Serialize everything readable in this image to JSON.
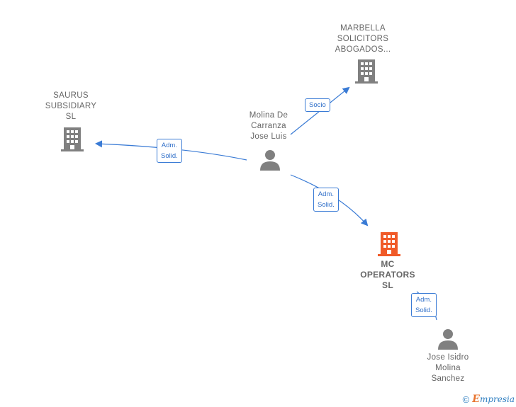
{
  "nodes": {
    "marbella": {
      "lines": [
        "MARBELLA",
        "SOLICITORS",
        "ABOGADOS..."
      ],
      "icon": "building-icon",
      "color": "#808080"
    },
    "saurus": {
      "lines": [
        "SAURUS",
        "SUBSIDIARY",
        "SL"
      ],
      "icon": "building-icon",
      "color": "#808080"
    },
    "molina": {
      "lines": [
        "Molina De",
        "Carranza",
        "Jose Luis"
      ],
      "icon": "person-icon",
      "color": "#808080"
    },
    "mc": {
      "lines": [
        "MC",
        "OPERATORS",
        "SL"
      ],
      "icon": "building-icon",
      "color": "#f05a28"
    },
    "jose": {
      "lines": [
        "Jose Isidro",
        "Molina",
        "Sanchez"
      ],
      "icon": "person-icon",
      "color": "#808080"
    }
  },
  "edges": {
    "socio": {
      "lines": [
        "Socio"
      ]
    },
    "adm_saurus": {
      "lines": [
        "Adm.",
        "Solid."
      ]
    },
    "adm_mc": {
      "lines": [
        "Adm.",
        "Solid."
      ]
    },
    "adm_jose": {
      "lines": [
        "Adm.",
        "Solid."
      ]
    }
  },
  "colors": {
    "edge": "#3a7bd5",
    "accent": "#f05a28",
    "node": "#808080"
  },
  "footer": {
    "copyright": "©",
    "brand_first": "E",
    "brand_rest": "mpresia"
  }
}
